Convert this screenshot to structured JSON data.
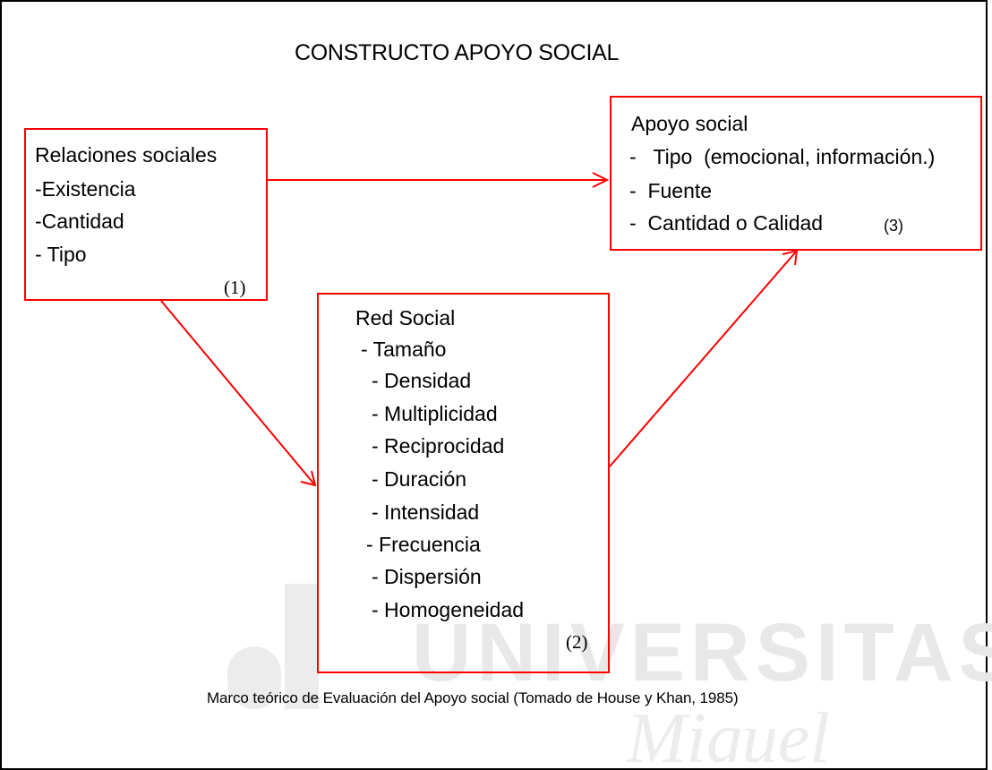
{
  "title": "CONSTRUCTO APOYO SOCIAL",
  "box1": {
    "lines": [
      "Relaciones sociales",
      "-Existencia",
      "-Cantidad",
      "- Tipo"
    ],
    "number": "(1)"
  },
  "box2": {
    "lines": [
      "Red Social",
      "- Tamaño",
      "- Densidad",
      "- Multiplicidad",
      "- Reciprocidad",
      "- Duración",
      "- Intensidad",
      "- Frecuencia",
      "- Dispersión",
      "- Homogeneidad"
    ],
    "number": "(2)"
  },
  "box3": {
    "lines": [
      "Apoyo social",
      "-   Tipo  (emocional, información.)",
      "-  Fuente",
      "-  Cantidad o Calidad"
    ],
    "number": "(3)"
  },
  "caption": "Marco teórico de Evaluación del Apoyo social (Tomado de House y Khan, 1985)",
  "watermark_text": [
    "UNIVERSITAS",
    "Miguel"
  ],
  "colors": {
    "box_border": "#ff0000",
    "arrow": "#ff0000",
    "watermark": "#e6e6e6"
  }
}
